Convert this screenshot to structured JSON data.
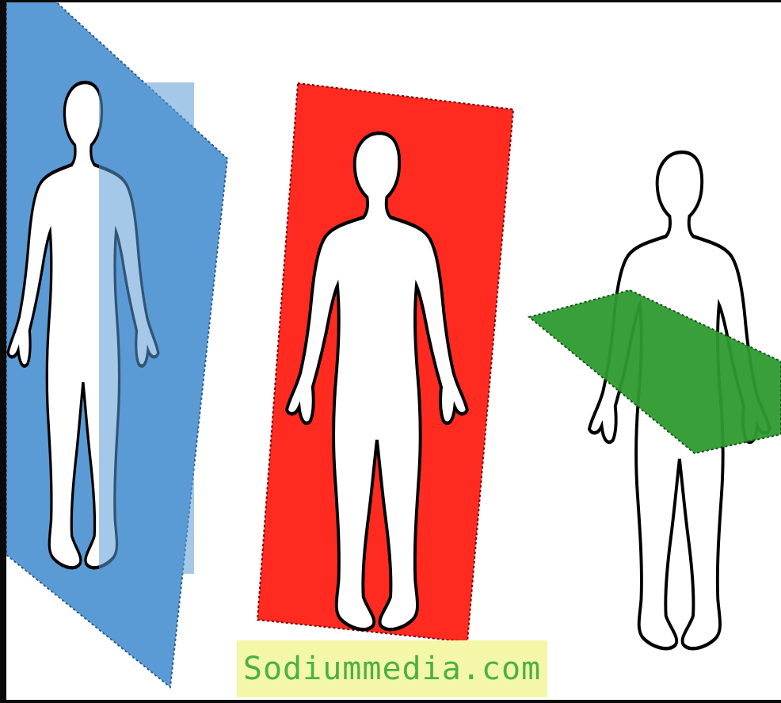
{
  "watermark": {
    "text": "Sodiummedia.com",
    "background": "#f4f7a8",
    "text_color": "#4cb140"
  },
  "planes": [
    {
      "name": "sagittal-plane",
      "color": "#5b9bd5",
      "edge": "dotted"
    },
    {
      "name": "coronal-plane",
      "color": "#ff2b21",
      "edge": "dotted"
    },
    {
      "name": "transverse-plane",
      "color": "#2f9a31",
      "edge": "dotted"
    }
  ],
  "figure": {
    "fill": "#ffffff",
    "outline": "#000000"
  }
}
